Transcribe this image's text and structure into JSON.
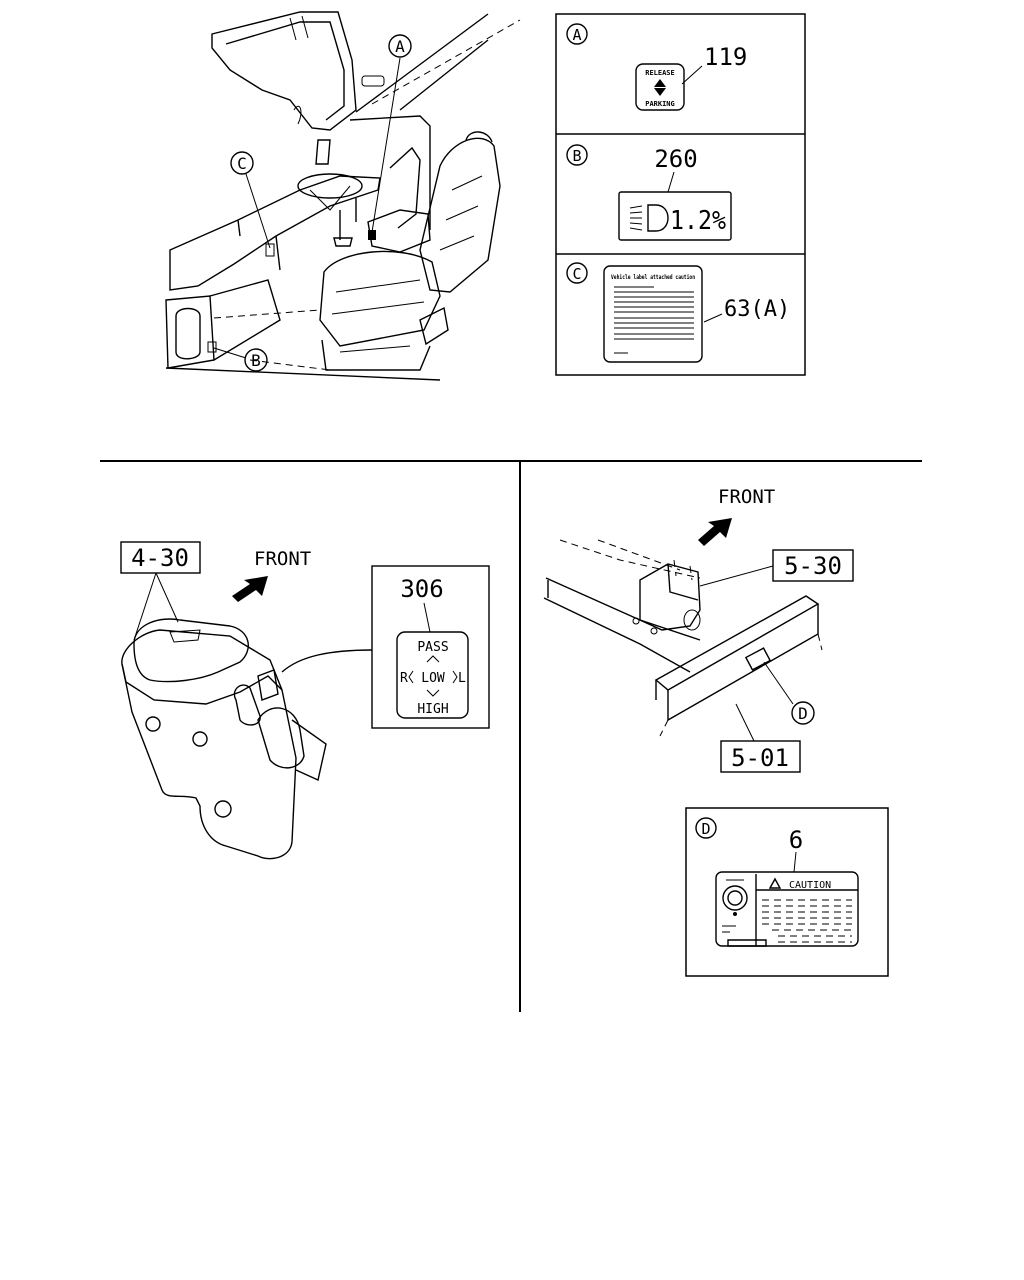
{
  "callouts": {
    "a_letter": "A",
    "b_letter": "B",
    "c_letter": "C",
    "d_letter": "D"
  },
  "panel_a": {
    "part_number": "119",
    "label_top": "RELEASE",
    "label_bottom": "PARKING"
  },
  "panel_b": {
    "part_number": "260",
    "label_value": "1.2%"
  },
  "panel_c": {
    "part_number": "63(A)",
    "label_title": "Vehicle label attached caution"
  },
  "left_assembly": {
    "ref_code": "4-30",
    "front_label": "FRONT",
    "part_number": "306",
    "label_pass": "PASS",
    "label_r": "R",
    "label_low": "LOW",
    "label_l": "L",
    "label_high": "HIGH"
  },
  "right_assembly": {
    "front_label": "FRONT",
    "ref_code_upper": "5-30",
    "ref_code_lower": "5-01"
  },
  "panel_d": {
    "part_number": "6",
    "caution_text": "CAUTION"
  }
}
